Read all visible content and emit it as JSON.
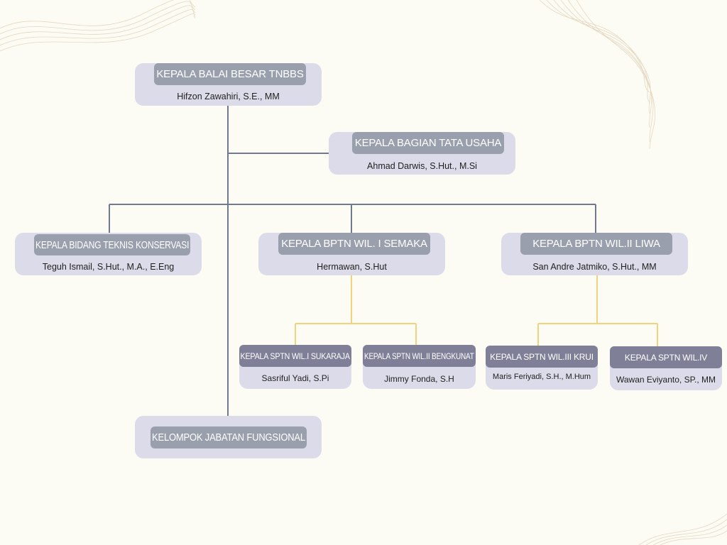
{
  "colors": {
    "background": "#fdfcf4",
    "box_fill": "#dcdbe9",
    "title_fill_large": "#9a9fae",
    "title_fill_small": "#7f8098",
    "connector_main": "#737891",
    "connector_sub": "#f2d27c"
  },
  "head": {
    "title": "KEPALA BALAI BESAR TNBBS",
    "name": "Hifzon Zawahiri, S.E., MM"
  },
  "tata_usaha": {
    "title": "KEPALA BAGIAN TATA USAHA",
    "name": "Ahmad Darwis, S.Hut., M.Si"
  },
  "teknis": {
    "title": "KEPALA BIDANG TEKNIS KONSERVASI",
    "name": "Teguh Ismail, S.Hut., M.A., E.Eng"
  },
  "wil1": {
    "title": "KEPALA BPTN WIL. I SEMAKA",
    "name": "Hermawan, S.Hut"
  },
  "wil2": {
    "title": "KEPALA BPTN WIL.II LIWA",
    "name": "San Andre Jatmiko, S.Hut., MM"
  },
  "sptn1": {
    "title": "KEPALA SPTN WIL.I SUKARAJA",
    "name": "Sasriful Yadi, S.Pi"
  },
  "sptn2": {
    "title": "KEPALA SPTN WIL.II BENGKUNAT",
    "name": "Jimmy Fonda, S.H"
  },
  "sptn3": {
    "title": "KEPALA SPTN WIL.III KRUI",
    "name": "Maris Feriyadi, S.H., M.Hum"
  },
  "sptn4": {
    "title": "KEPALA SPTN WIL.IV",
    "name": "Wawan Eviyanto, SP., MM"
  },
  "fungsional": {
    "title": "KELOMPOK JABATAN FUNGSIONAL"
  }
}
